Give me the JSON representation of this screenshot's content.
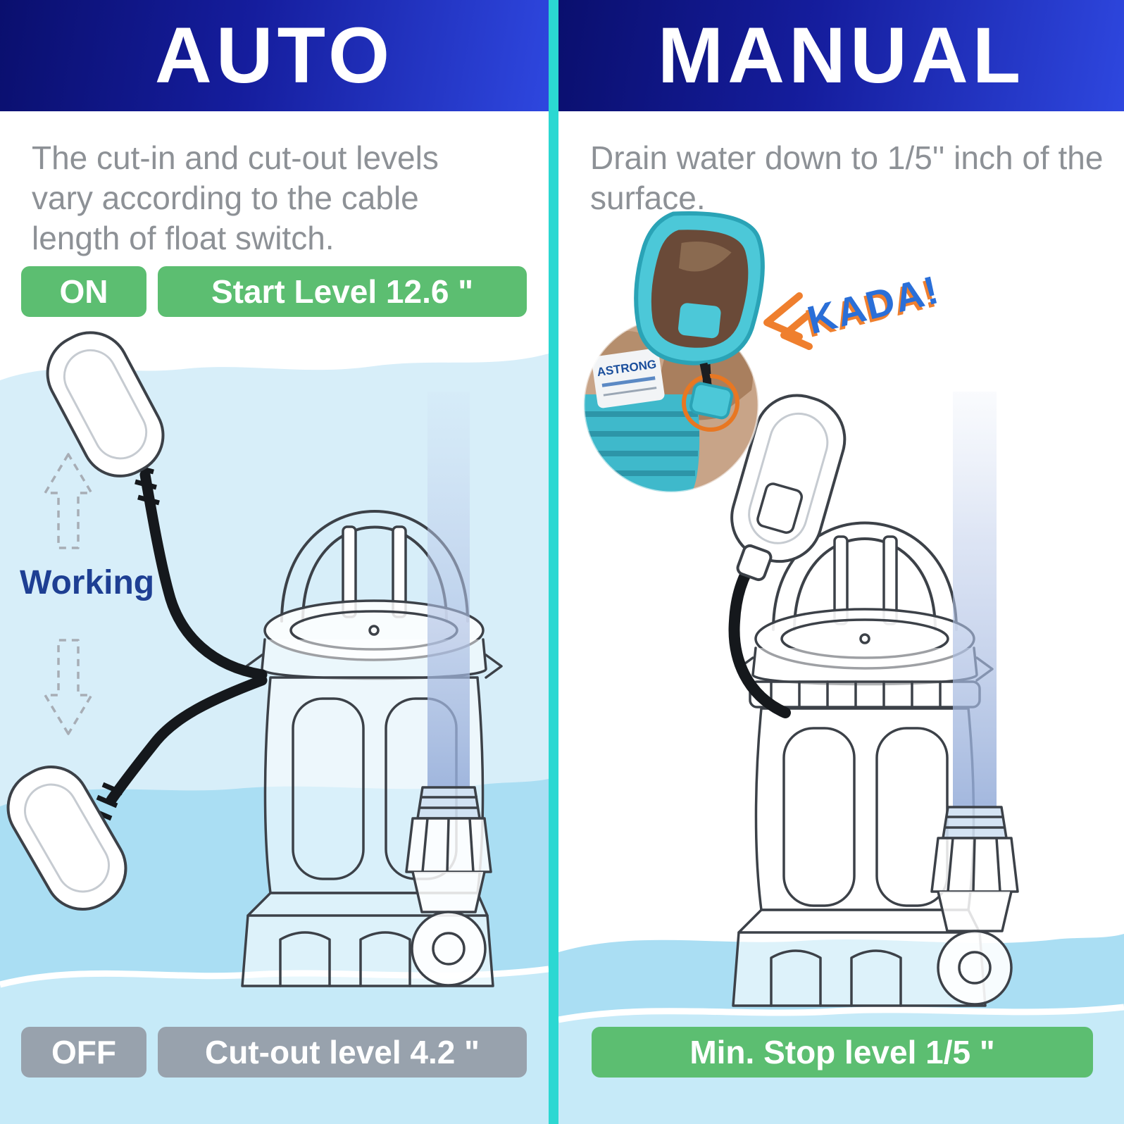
{
  "colors": {
    "divider": "#2bd8d2",
    "header_gradient_start": "#0a0f6e",
    "header_gradient_end": "#2e47df",
    "badge_green": "#5cbe71",
    "badge_gray": "#98a2ad",
    "water_light": "#d7eef9",
    "water_mid": "#aadef3",
    "desc_text": "#8d9196",
    "working_text": "#1e3f93",
    "kada_blue": "#2a6fd8",
    "kada_orange": "#ef7f2e"
  },
  "left_panel": {
    "title": "AUTO",
    "description": "The cut-in and cut-out levels vary according to the cable length of float switch.",
    "badges_top": {
      "on": "ON",
      "start_level": "Start Level 12.6 \""
    },
    "working_label": "Working",
    "badges_bottom": {
      "off": "OFF",
      "cut_out_level": "Cut-out level 4.2 \""
    }
  },
  "right_panel": {
    "title": "MANUAL",
    "description": "Drain water down to 1/5'' inch of the surface.",
    "kada_label": "KADA!",
    "inset_brand": "ASTRONG",
    "badge_bottom": {
      "min_stop_level": "Min. Stop level 1/5 \""
    }
  }
}
